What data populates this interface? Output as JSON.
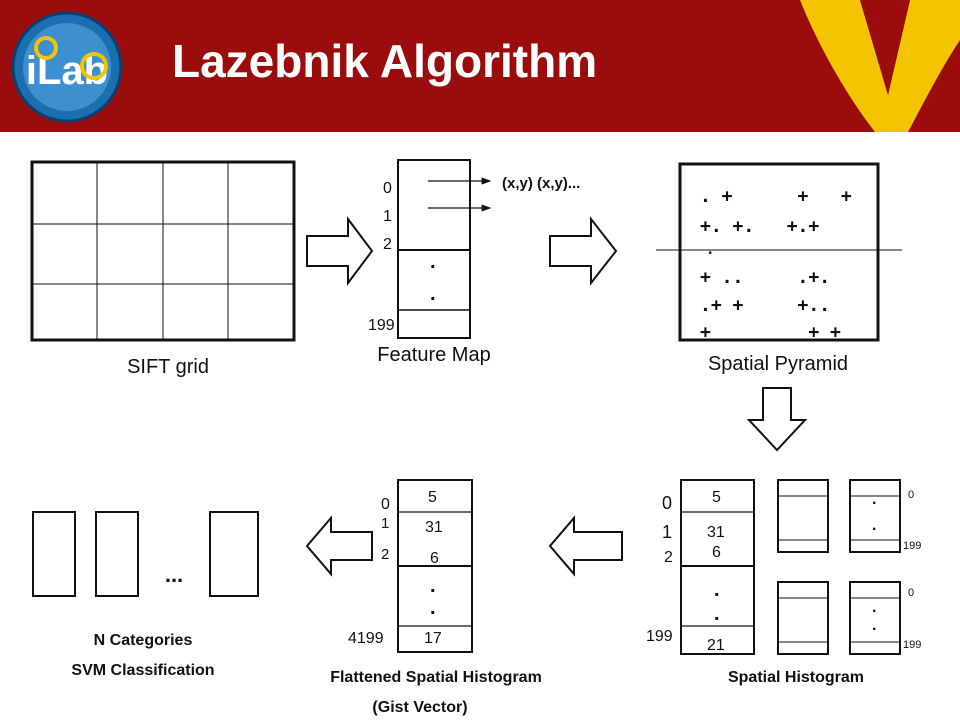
{
  "slide": {
    "title": "Lazebnik Algorithm",
    "logo_text": "iLab",
    "accent_color": "#9b0d0d",
    "logo_yellow": "#f5c400"
  },
  "diagram": {
    "sift_grid_label": "SIFT grid",
    "feature_map": {
      "label": "Feature Map",
      "row_indices": [
        "0",
        "1",
        "2",
        "199"
      ],
      "pointer_text": "(x,y) (x,y)...",
      "ellipsis": "."
    },
    "spatial_pyramid": {
      "label": "Spatial Pyramid",
      "marks": [
        ". +      +   +",
        "+. +.   +.+",
        ".",
        "+ ..     .+.",
        ".+ +     +..",
        "+         + +"
      ]
    },
    "spatial_histogram": {
      "label": "Spatial Histogram",
      "row_indices": [
        "0",
        "1",
        "2",
        "199"
      ],
      "values": [
        "5",
        "31",
        "6",
        "21"
      ],
      "small_indices": [
        "0",
        "199",
        "0",
        "199"
      ]
    },
    "flattened_histogram": {
      "label": "Flattened Spatial Histogram",
      "sublabel": "(Gist Vector)",
      "row_indices": [
        "0",
        "1",
        "2",
        "4199"
      ],
      "values": [
        "5",
        "31",
        "6",
        "17"
      ]
    },
    "classification": {
      "label_line1": "N Categories",
      "label_line2": "SVM Classification",
      "ellipsis": "..."
    }
  }
}
